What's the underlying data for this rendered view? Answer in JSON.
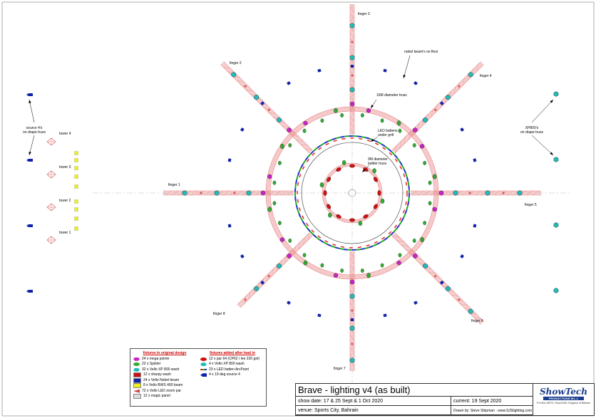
{
  "labels": {
    "finger1": "finger 1",
    "finger2": "finger 2",
    "finger3": "finger 3",
    "finger4": "finger 4",
    "finger5": "finger 5",
    "finger6": "finger 6",
    "finger7": "finger 7",
    "finger8": "finger 8",
    "nobel": "nobel beam's on floor",
    "truss16": "16M diameter truss",
    "ledBattens": "LED battens\nunder grill",
    "truss9": "9M diameter\nladder truss",
    "source4s": "source 4's\non drape truss",
    "xp800s": "XP800's\non drape truss",
    "tower4": "tower 4",
    "tower3": "tower 3",
    "tower2": "tower 2",
    "tower1": "tower 1"
  },
  "legend": {
    "original_heading": "fixtures in original design",
    "added_heading": "fixtures added after load in",
    "original": [
      {
        "text": "24 x mega pointe",
        "color": "#cc22cc",
        "shape": "hex"
      },
      {
        "text": "22 x Spiider",
        "color": "#33aa33",
        "shape": "oval"
      },
      {
        "text": "32 x Vello XP 800 wash",
        "color": "#22bbbb",
        "shape": "hex"
      },
      {
        "text": "12 x sharpy wash",
        "color": "#cc1111",
        "shape": "rect"
      },
      {
        "text": "24 x Vello Nobel beam",
        "color": "#1122aa",
        "shape": "rect"
      },
      {
        "text": "8 x Vello BWS 400 beam",
        "color": "#eeee22",
        "shape": "rect"
      },
      {
        "text": "72 x Vello LED zoom par",
        "color": "#cc4444",
        "shape": "tri"
      },
      {
        "text": "12 x magic panel",
        "color": "#dddddd",
        "shape": "rect"
      }
    ],
    "added": [
      {
        "text": "12 x par 64 (CP62 / lee 220 gel)",
        "color": "#cc1111",
        "shape": "oval"
      },
      {
        "text": "4 x Vello XP 800 wash",
        "color": "#22bbbb",
        "shape": "hex"
      },
      {
        "text": "23 x LED batten ArcPaint",
        "color": "#ee2222",
        "shape": "batten"
      },
      {
        "text": "4 x 19 deg source 4",
        "color": "#1122aa",
        "shape": "s4"
      }
    ]
  },
  "titleblock": {
    "title": "Brave - lighting v4 (as built)",
    "show_date": "show date: 17 & 25 Sept & 1 Oct 2020",
    "current": "current: 19 Sept 2020",
    "venue": "venue: Sports City, Bahrain",
    "drawn_by": "Drawn by: Steve Shipman - www.SJSlighting.com",
    "brand": "ShowTech",
    "brand_sub": "PRODUCTIONS W.L.L",
    "address": "P.O.Box 26074, Road 4030, Kingdom of Bahrain"
  },
  "colors": {
    "truss": "#e88888",
    "truss_fill": "#fbe0e0",
    "mega_pointe": "#cc22cc",
    "spiider": "#33aa33",
    "xp800": "#22bbbb",
    "sharpy": "#cc1111",
    "nobel": "#1122aa",
    "bws": "#eeee22",
    "source4": "#1122aa"
  }
}
